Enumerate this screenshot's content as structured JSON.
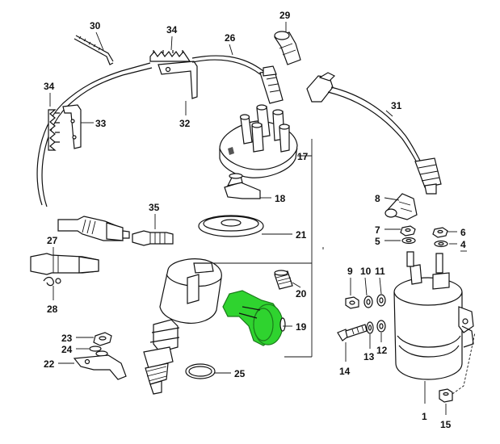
{
  "diagram": {
    "highlight_color": "#2fd32f",
    "part_numbers": {
      "p1": "1",
      "p4": "4",
      "p5": "5",
      "p6": "6",
      "p7": "7",
      "p8": "8",
      "p9": "9",
      "p10": "10",
      "p11": "11",
      "p12": "12",
      "p13": "13",
      "p14": "14",
      "p15": "15",
      "p17": "17",
      "p18": "18",
      "p19": "19",
      "p20": "20",
      "p21": "21",
      "p22": "22",
      "p23": "23",
      "p24": "24",
      "p25": "25",
      "p26": "26",
      "p27": "27",
      "p28": "28",
      "p29": "29",
      "p30": "30",
      "p31": "31",
      "p32": "32",
      "p33": "33",
      "p34a": "34",
      "p34b": "34",
      "p35": "35"
    }
  }
}
